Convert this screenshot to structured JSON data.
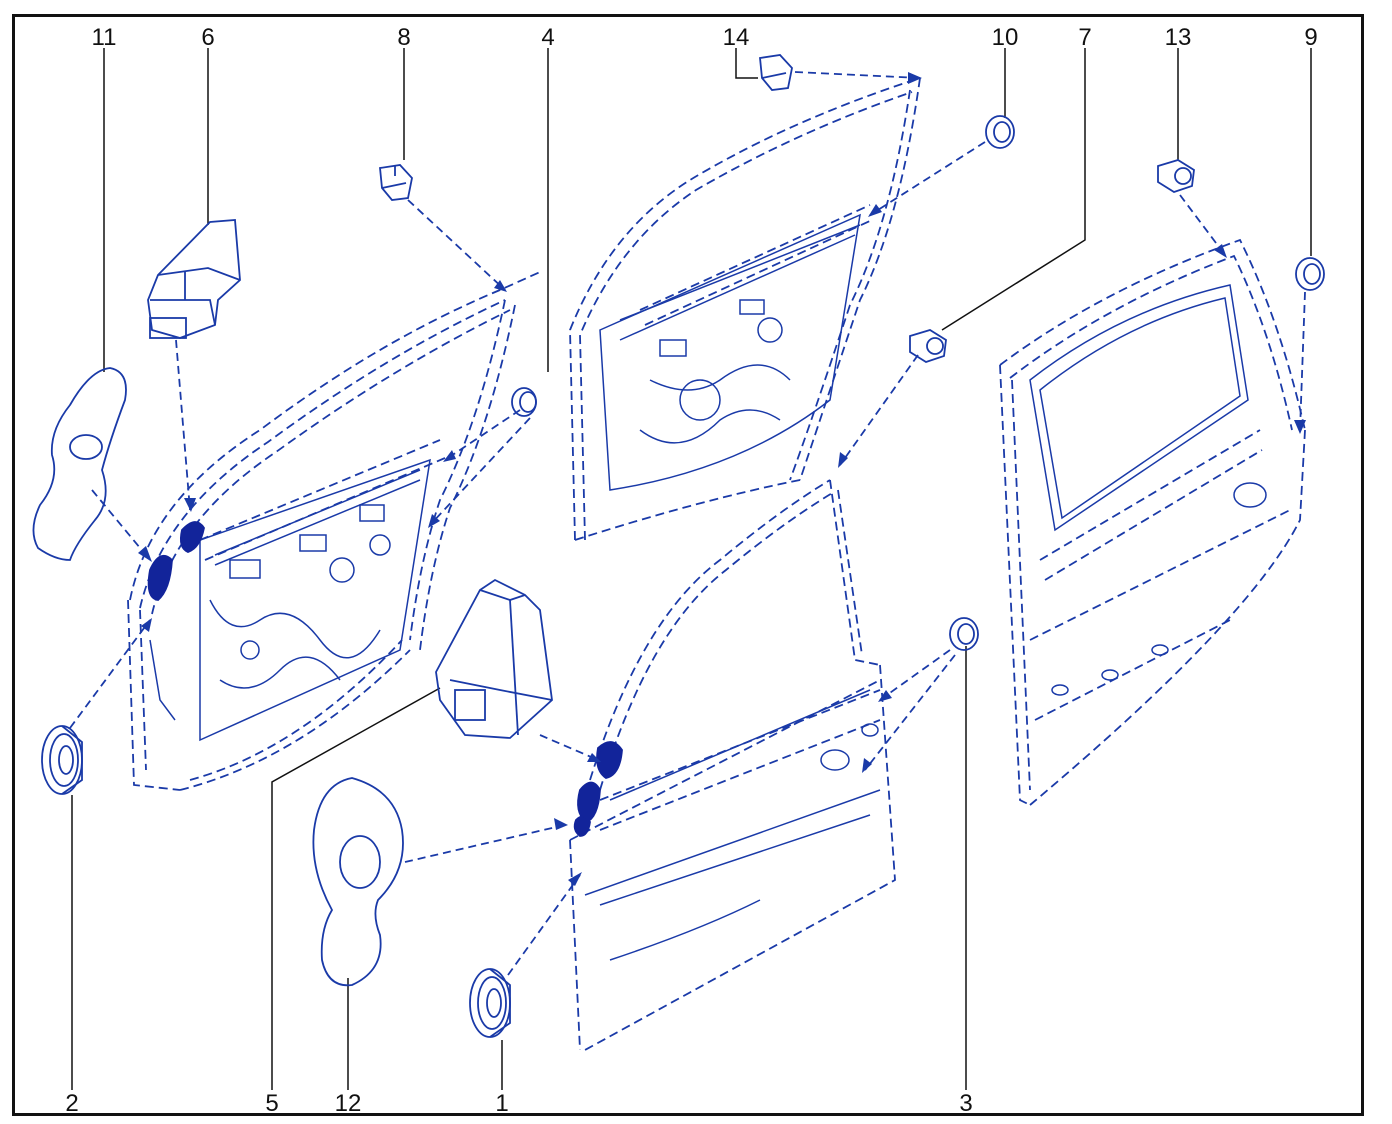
{
  "diagram": {
    "line_color": "#1a3aa8",
    "fill_color": "#12249a",
    "callouts": {
      "n1": "1",
      "n2": "2",
      "n3": "3",
      "n4": "4",
      "n5": "5",
      "n6": "6",
      "n7": "7",
      "n8": "8",
      "n9": "9",
      "n10": "10",
      "n11": "11",
      "n12": "12",
      "n13": "13",
      "n14": "14"
    }
  }
}
